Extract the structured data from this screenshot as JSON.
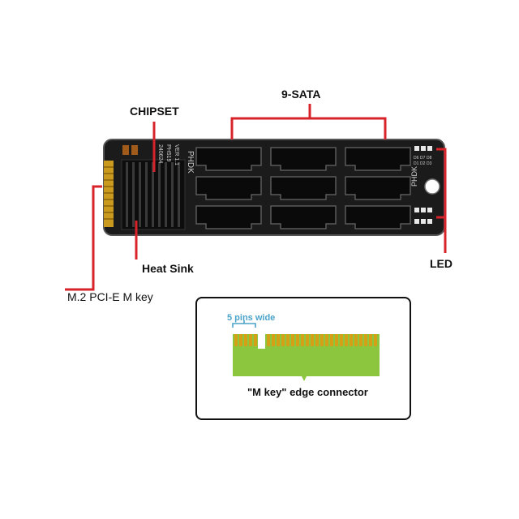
{
  "labels": {
    "sata": "9-SATA",
    "chipset": "CHIPSET",
    "heat_sink": "Heat Sink",
    "mkey": "M.2 PCI-E M key",
    "led": "LED"
  },
  "inset": {
    "pins_label": "5 pins wide",
    "caption": "\"M key\" edge connector"
  },
  "board_print": {
    "brand": "PHDK",
    "model": "PH519",
    "version": "VER 1.1",
    "date": "240624",
    "led_codes": [
      "D6",
      "D1",
      "D7",
      "D2",
      "D8",
      "D3"
    ]
  },
  "colors": {
    "callout_line": "#d9232a",
    "board": "#1b1b1b",
    "gold_pins": "#d4a017",
    "pcb_green": "#8cc63f",
    "pins_label": "#4aa3c8"
  }
}
